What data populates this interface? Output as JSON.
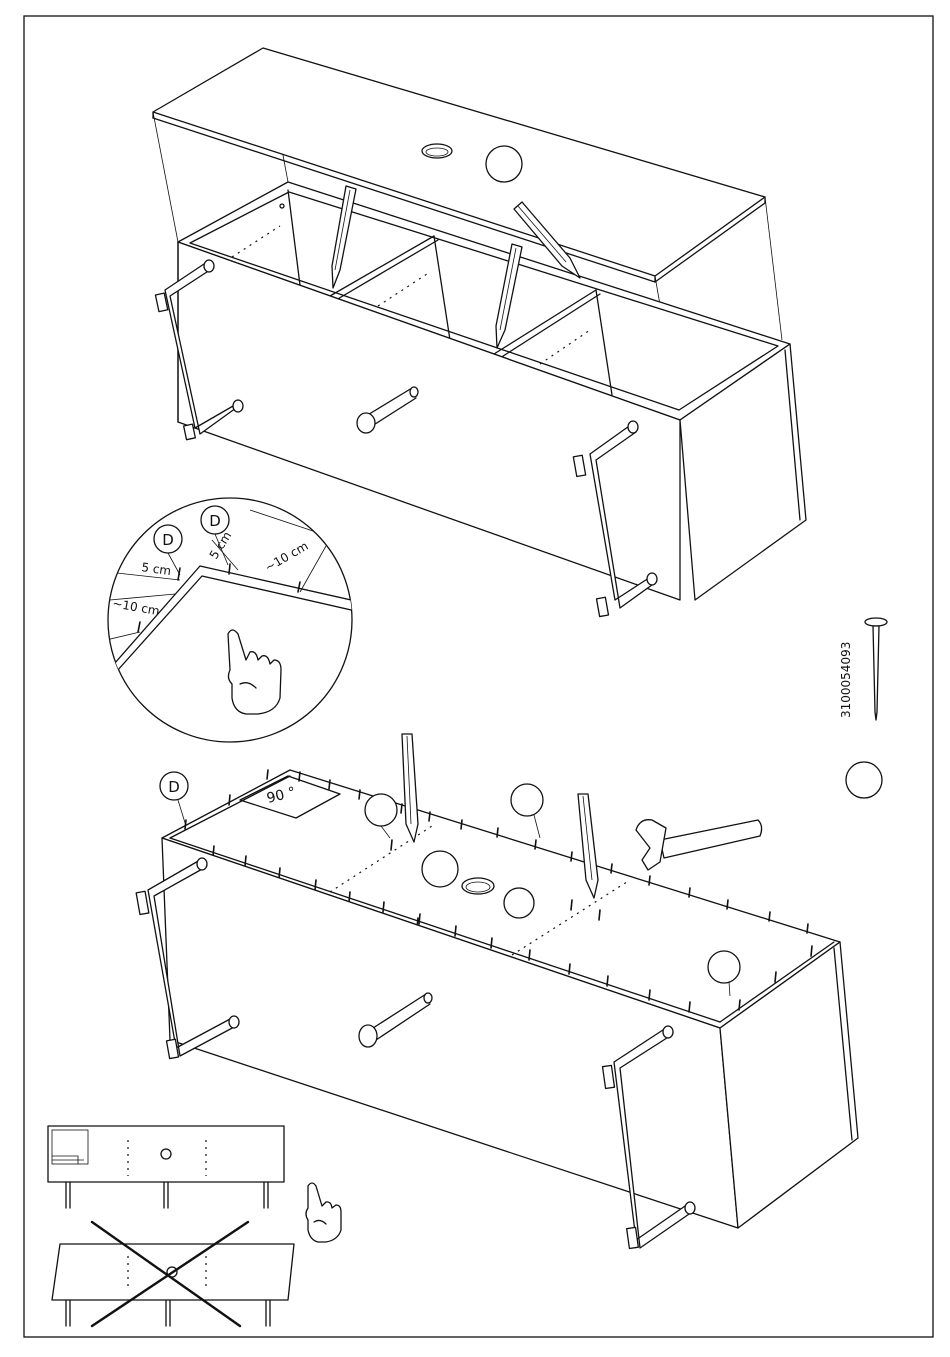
{
  "labels": {
    "part_letter": "D",
    "part_number": "3100054093",
    "angle": "90 °",
    "dim_5cm": "5 cm",
    "dim_10cm": "~10 cm"
  },
  "icons": {
    "hand": "pointing-hand-icon",
    "hammer": "hammer-icon",
    "nail": "nail-icon",
    "pencil": "pencil-icon"
  },
  "counts": {
    "nails_in_part_circle": 1
  }
}
